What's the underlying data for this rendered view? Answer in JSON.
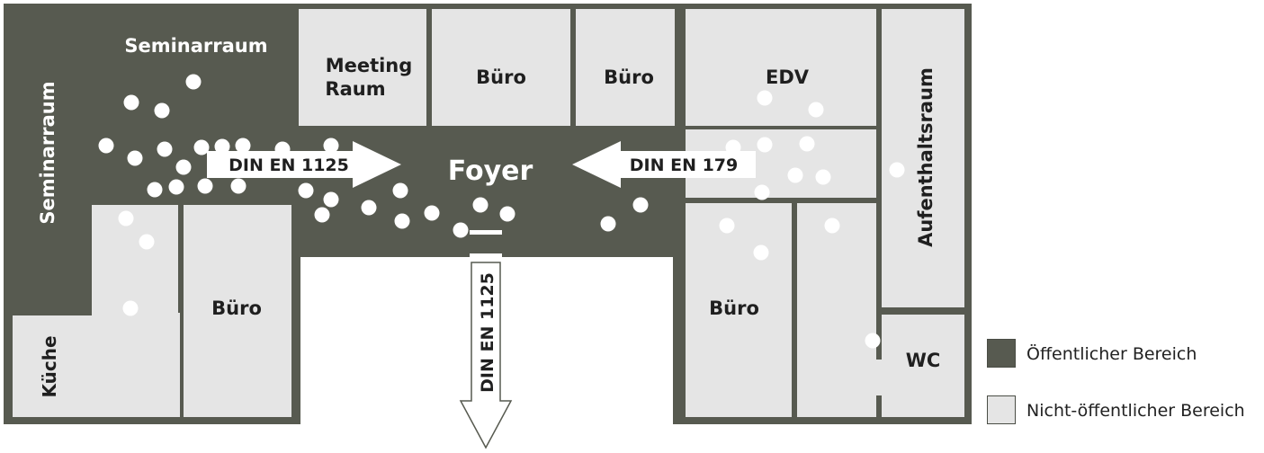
{
  "colors": {
    "public": "#575a50",
    "nonpublic": "#e5e5e5",
    "wall": "#575a50",
    "label_dark": "#1f1f1f",
    "label_light": "#ffffff",
    "dot": "#ffffff",
    "exit_outline": "#575a50"
  },
  "rooms": {
    "seminarraum_top": "Seminarraum",
    "seminarraum_left": "Seminarraum",
    "meeting_line1": "Meeting",
    "meeting_line2": "Raum",
    "buero_1": "Büro",
    "buero_2": "Büro",
    "edv": "EDV",
    "aufenthaltsraum": "Aufenthaltsraum",
    "foyer": "Foyer",
    "kueche": "Küche",
    "buero_left": "Büro",
    "buero_right": "Büro",
    "wc": "WC"
  },
  "arrows": {
    "left": "DIN EN 1125",
    "right": "DIN EN 179",
    "exit": "DIN EN 1125"
  },
  "legend": {
    "public_label": "Öffentlicher Bereich",
    "nonpublic_label": "Nicht-öffentlicher Bereich"
  }
}
